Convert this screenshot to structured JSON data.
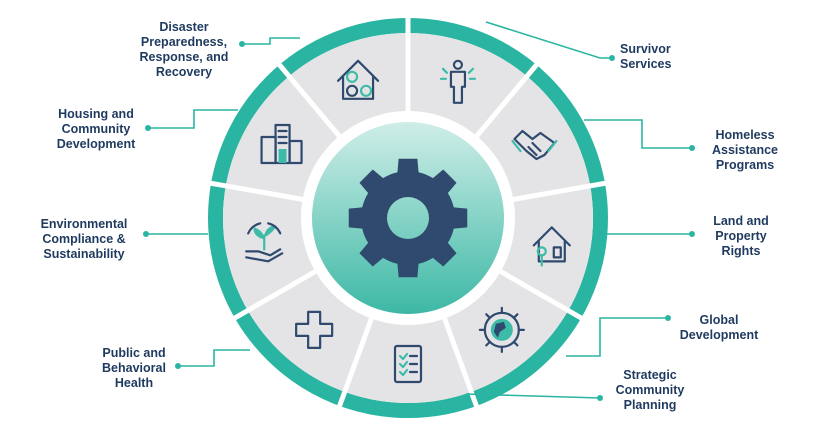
{
  "colors": {
    "ring": "#2ab5a2",
    "segment": "#e4e4e6",
    "divider": "#ffffff",
    "connector": "#2ab5a2",
    "icon_dark": "#2f4a6e",
    "icon_teal": "#3cbca8",
    "label_text": "#1f3a5f",
    "hub_top": "#cfeee8",
    "hub_bottom": "#3db8a5"
  },
  "hub": {
    "icon": "gear-icon"
  },
  "segments": [
    {
      "id": "survivor-services",
      "icon": "survivor-person-icon",
      "label_lines": [
        "Survivor",
        "Services"
      ]
    },
    {
      "id": "homeless-assistance",
      "icon": "handshake-icon",
      "label_lines": [
        "Homeless",
        "Assistance",
        "Programs"
      ]
    },
    {
      "id": "land-property",
      "icon": "house-key-icon",
      "label_lines": [
        "Land and",
        "Property",
        "Rights"
      ]
    },
    {
      "id": "global-development",
      "icon": "globe-gear-icon",
      "label_lines": [
        "Global",
        "Development"
      ]
    },
    {
      "id": "strategic-planning",
      "icon": "checklist-icon",
      "label_lines": [
        "Strategic",
        "Community",
        "Planning"
      ]
    },
    {
      "id": "public-health",
      "icon": "medical-cross-icon",
      "label_lines": [
        "Public and",
        "Behavioral",
        "Health"
      ]
    },
    {
      "id": "environmental",
      "icon": "plant-hand-icon",
      "label_lines": [
        "Environmental",
        "Compliance &",
        "Sustainability"
      ]
    },
    {
      "id": "housing-community",
      "icon": "buildings-icon",
      "label_lines": [
        "Housing and",
        "Community",
        "Development"
      ]
    },
    {
      "id": "disaster",
      "icon": "disaster-house-icon",
      "label_lines": [
        "Disaster",
        "Preparedness,",
        "Response, and",
        "Recovery"
      ]
    }
  ]
}
